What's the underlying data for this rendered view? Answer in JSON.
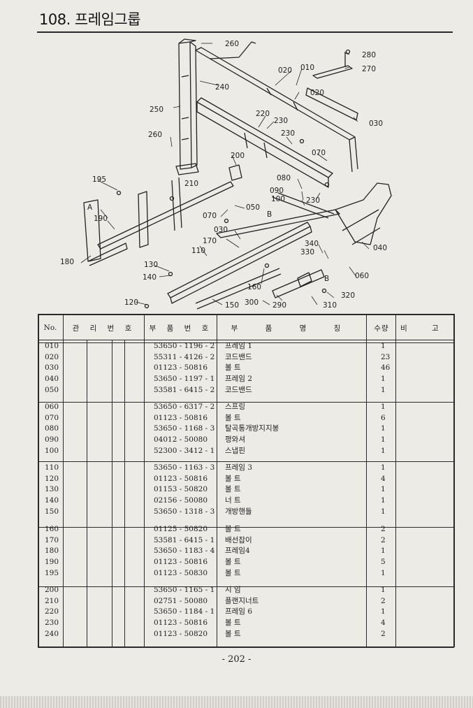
{
  "page": {
    "title": "108. 프레임그룹",
    "page_number": "- 202 -"
  },
  "diagram": {
    "callouts": [
      "260",
      "280",
      "020",
      "010",
      "270",
      "240",
      "020",
      "250",
      "220",
      "230",
      "030",
      "230",
      "260",
      "070",
      "200",
      "195",
      "080",
      "090",
      "100",
      "230",
      "210",
      "050",
      "A",
      "190",
      "070",
      "030",
      "B",
      "180",
      "170",
      "110",
      "340",
      "330",
      "040",
      "130",
      "060",
      "140",
      "B",
      "160",
      "320",
      "120",
      "150",
      "300",
      "290",
      "310"
    ]
  },
  "table": {
    "headers": {
      "no": "No.",
      "mgmt": "관 리 번 호",
      "part_no": "부 품 번 호",
      "name": "부 품 명 칭",
      "qty": "수량",
      "note": "비 고"
    },
    "groups": [
      {
        "rows": [
          {
            "no": "010",
            "part": "53650 - 1196 - 2",
            "name": "프레임 1",
            "qty": "1"
          },
          {
            "no": "020",
            "part": "55311 - 4126 - 2",
            "name": "코드밴드",
            "qty": "23"
          },
          {
            "no": "030",
            "part": "01123 - 50816",
            "name": "볼 트",
            "qty": "46"
          },
          {
            "no": "040",
            "part": "53650 - 1197 - 1",
            "name": "프레임 2",
            "qty": "1"
          },
          {
            "no": "050",
            "part": "53581 - 6415 - 2",
            "name": "코드밴드",
            "qty": "1"
          }
        ]
      },
      {
        "rows": [
          {
            "no": "060",
            "part": "53650 - 6317 - 2",
            "name": "스프링",
            "qty": "1"
          },
          {
            "no": "070",
            "part": "01123 - 50816",
            "name": "볼 트",
            "qty": "6"
          },
          {
            "no": "080",
            "part": "53650 - 1168 - 3",
            "name": "탈곡통개방지지봉",
            "qty": "1"
          },
          {
            "no": "090",
            "part": "04012 - 50080",
            "name": "평와셔",
            "qty": "1"
          },
          {
            "no": "100",
            "part": "52300 - 3412 - 1",
            "name": "스냅핀",
            "qty": "1"
          }
        ]
      },
      {
        "rows": [
          {
            "no": "110",
            "part": "53650 - 1163 - 3",
            "name": "프레임 3",
            "qty": "1"
          },
          {
            "no": "120",
            "part": "01123 - 50816",
            "name": "볼 트",
            "qty": "4"
          },
          {
            "no": "130",
            "part": "01153 - 50820",
            "name": "볼 트",
            "qty": "1"
          },
          {
            "no": "140",
            "part": "02156 - 50080",
            "name": "너 트",
            "qty": "1"
          },
          {
            "no": "150",
            "part": "53650 - 1318 - 3",
            "name": "개방핸들",
            "qty": "1"
          }
        ]
      },
      {
        "rows": [
          {
            "no": "160",
            "part": "01125 - 50820",
            "name": "볼 트",
            "qty": "2"
          },
          {
            "no": "170",
            "part": "53581 - 6415 - 1",
            "name": "배선잡이",
            "qty": "2"
          },
          {
            "no": "180",
            "part": "53650 - 1183 - 4",
            "name": "프레임4",
            "qty": "1"
          },
          {
            "no": "190",
            "part": "01123 - 50816",
            "name": "볼 트",
            "qty": "5"
          },
          {
            "no": "195",
            "part": "01123 - 50830",
            "name": "볼 트",
            "qty": "1"
          }
        ]
      },
      {
        "rows": [
          {
            "no": "200",
            "part": "53650 - 1165 - 1",
            "name": "시 임",
            "qty": "1"
          },
          {
            "no": "210",
            "part": "02751 - 50080",
            "name": "플랜지너트",
            "qty": "2"
          },
          {
            "no": "220",
            "part": "53650 - 1184 - 1",
            "name": "프레임 6",
            "qty": "1"
          },
          {
            "no": "230",
            "part": "01123 - 50816",
            "name": "볼 트",
            "qty": "4"
          },
          {
            "no": "240",
            "part": "01123 - 50820",
            "name": "볼 트",
            "qty": "2"
          }
        ]
      }
    ]
  }
}
